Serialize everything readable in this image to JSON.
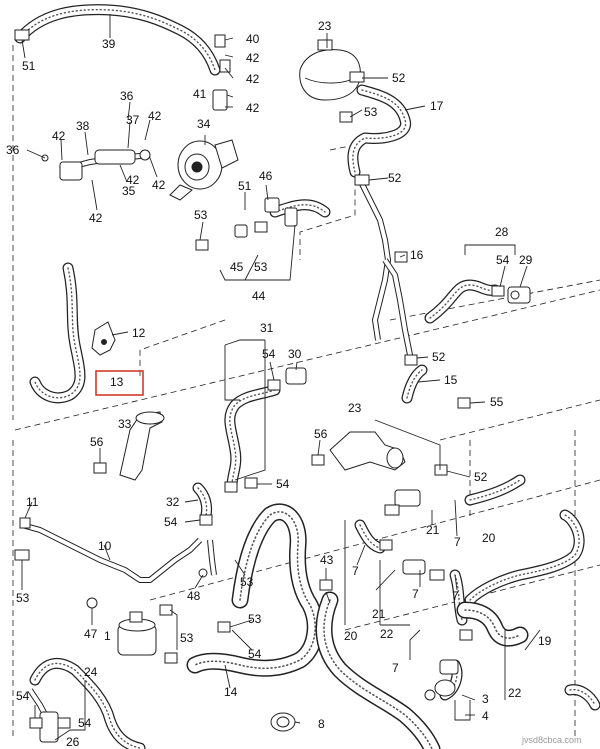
{
  "labels": {
    "l1": "1",
    "l3": "3",
    "l4": "4",
    "l7a": "7",
    "l7b": "7",
    "l7c": "7",
    "l7d": "7",
    "l8": "8",
    "l10": "10",
    "l11": "11",
    "l12": "12",
    "l13": "13",
    "l14": "14",
    "l15": "15",
    "l16": "16",
    "l17": "17",
    "l19": "19",
    "l20a": "20",
    "l20b": "20",
    "l21a": "21",
    "l21b": "21",
    "l22a": "22",
    "l22b": "22",
    "l23a": "23",
    "l23b": "23",
    "l24": "24",
    "l26": "26",
    "l28": "28",
    "l29": "29",
    "l30": "30",
    "l31": "31",
    "l32": "32",
    "l33": "33",
    "l34": "34",
    "l35": "35",
    "l36a": "36",
    "l36b": "36",
    "l37": "37",
    "l38": "38",
    "l39": "39",
    "l40": "40",
    "l41": "41",
    "l42a": "42",
    "l42b": "42",
    "l42c": "42",
    "l42d": "42",
    "l42e": "42",
    "l42f": "42",
    "l42g": "42",
    "l42h": "42",
    "l43": "43",
    "l44": "44",
    "l45": "45",
    "l46": "46",
    "l47": "47",
    "l48": "48",
    "l51a": "51",
    "l51b": "51",
    "l52a": "52",
    "l52b": "52",
    "l52c": "52",
    "l52d": "52",
    "l53a": "53",
    "l53b": "53",
    "l53c": "53",
    "l53d": "53",
    "l53e": "53",
    "l53f": "53",
    "l53g": "53",
    "l54a": "54",
    "l54b": "54",
    "l54c": "54",
    "l54d": "54",
    "l54e": "54",
    "l54f": "54",
    "l54g": "54",
    "l55": "55",
    "l56a": "56",
    "l56b": "56"
  },
  "watermark": "jvsd8cbca.com",
  "colors": {
    "highlight": "#d23a2a",
    "line": "#222222"
  }
}
